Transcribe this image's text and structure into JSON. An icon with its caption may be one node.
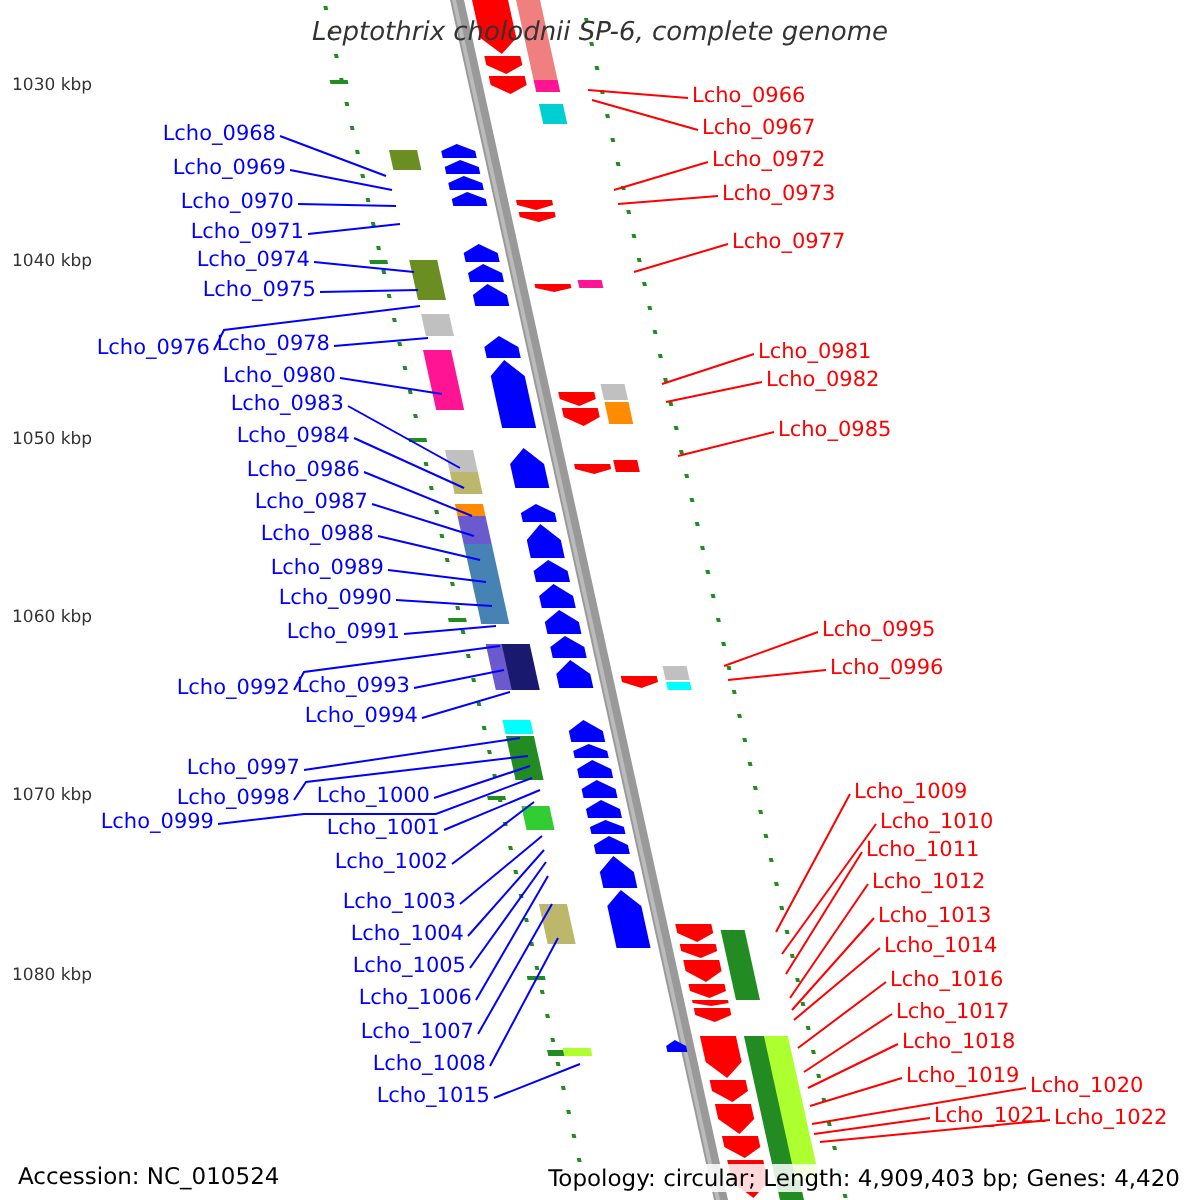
{
  "diagram": {
    "title": "Leptothrix cholodnii SP-6, complete genome",
    "nodes": [
      {
        "text": [
          "Lcho_0968"
        ]
      },
      {
        "text": [
          "Lcho_0969"
        ]
      },
      {
        "text": [
          "Lcho_0970"
        ]
      },
      {
        "text": [
          "Lcho_0971"
        ]
      },
      {
        "text": [
          "Lcho_0974"
        ]
      },
      {
        "text": [
          "Lcho_0975"
        ]
      },
      {
        "text": [
          "Lcho_0976"
        ]
      },
      {
        "text": [
          "Lcho_0978"
        ]
      },
      {
        "text": [
          "Lcho_0980"
        ]
      },
      {
        "text": [
          "Lcho_0983"
        ]
      },
      {
        "text": [
          "Lcho_0984"
        ]
      },
      {
        "text": [
          "Lcho_0986"
        ]
      },
      {
        "text": [
          "Lcho_0987"
        ]
      },
      {
        "text": [
          "Lcho_0988"
        ]
      },
      {
        "text": [
          "Lcho_0989"
        ]
      },
      {
        "text": [
          "Lcho_0990"
        ]
      },
      {
        "text": [
          "Lcho_0991"
        ]
      },
      {
        "text": [
          "Lcho_0992"
        ]
      },
      {
        "text": [
          "Lcho_0993"
        ]
      },
      {
        "text": [
          "Lcho_0994"
        ]
      },
      {
        "text": [
          "Lcho_0997"
        ]
      },
      {
        "text": [
          "Lcho_0998"
        ]
      },
      {
        "text": [
          "Lcho_1000"
        ]
      },
      {
        "text": [
          "Lcho_0999"
        ]
      },
      {
        "text": [
          "Lcho_1001"
        ]
      },
      {
        "text": [
          "Lcho_1002"
        ]
      },
      {
        "text": [
          "Lcho_1003"
        ]
      },
      {
        "text": [
          "Lcho_1004"
        ]
      },
      {
        "text": [
          "Lcho_1005"
        ]
      },
      {
        "text": [
          "Lcho_1006"
        ]
      },
      {
        "text": [
          "Lcho_1007"
        ]
      },
      {
        "text": [
          "Lcho_1008"
        ]
      },
      {
        "text": [
          "Lcho_1015"
        ]
      },
      {
        "text": [
          "Lcho_0966"
        ]
      },
      {
        "text": [
          "Lcho_0967"
        ]
      },
      {
        "text": [
          "Lcho_0972"
        ]
      },
      {
        "text": [
          "Lcho_0973"
        ]
      },
      {
        "text": [
          "Lcho_0977"
        ]
      },
      {
        "text": [
          "Lcho_0981"
        ]
      },
      {
        "text": [
          "Lcho_0982"
        ]
      },
      {
        "text": [
          "Lcho_0985"
        ]
      },
      {
        "text": [
          "Lcho_0995"
        ]
      },
      {
        "text": [
          "Lcho_0996"
        ]
      },
      {
        "text": [
          "Lcho_1009"
        ]
      },
      {
        "text": [
          "Lcho_1010"
        ]
      },
      {
        "text": [
          "Lcho_1011"
        ]
      },
      {
        "text": [
          "Lcho_1012"
        ]
      },
      {
        "text": [
          "Lcho_1013"
        ]
      },
      {
        "text": [
          "Lcho_1014"
        ]
      },
      {
        "text": [
          "Lcho_1016"
        ]
      },
      {
        "text": [
          "Lcho_1017"
        ]
      },
      {
        "text": [
          "Lcho_1018"
        ]
      },
      {
        "text": [
          "Lcho_1019"
        ]
      },
      {
        "text": [
          "Lcho_1020"
        ]
      },
      {
        "text": [
          "Lcho_1021"
        ]
      },
      {
        "text": [
          "Lcho_1022"
        ]
      }
    ],
    "edges": [
      {
        "from": 0,
        "to": null,
        "arrow": "none"
      },
      {
        "from": 1,
        "to": null,
        "arrow": "none"
      },
      {
        "from": 2,
        "to": null,
        "arrow": "none"
      },
      {
        "from": 3,
        "to": null,
        "arrow": "none"
      },
      {
        "from": 4,
        "to": null,
        "arrow": "none"
      },
      {
        "from": 5,
        "to": null,
        "arrow": "none"
      },
      {
        "from": 6,
        "to": null,
        "arrow": "none"
      },
      {
        "from": 7,
        "to": null,
        "arrow": "none"
      },
      {
        "from": 8,
        "to": null,
        "arrow": "none"
      },
      {
        "from": 9,
        "to": null,
        "arrow": "none"
      },
      {
        "from": 10,
        "to": null,
        "arrow": "none"
      },
      {
        "from": 11,
        "to": null,
        "arrow": "none"
      },
      {
        "from": 12,
        "to": null,
        "arrow": "none"
      },
      {
        "from": 13,
        "to": null,
        "arrow": "none"
      },
      {
        "from": 14,
        "to": null,
        "arrow": "none"
      },
      {
        "from": 15,
        "to": null,
        "arrow": "none"
      },
      {
        "from": 16,
        "to": null,
        "arrow": "none"
      },
      {
        "from": 17,
        "to": null,
        "arrow": "none"
      },
      {
        "from": 18,
        "to": null,
        "arrow": "none"
      },
      {
        "from": 19,
        "to": null,
        "arrow": "none"
      },
      {
        "from": 20,
        "to": null,
        "arrow": "none"
      },
      {
        "from": 21,
        "to": null,
        "arrow": "none"
      },
      {
        "from": 22,
        "to": null,
        "arrow": "none"
      },
      {
        "from": 23,
        "to": null,
        "arrow": "none"
      },
      {
        "from": 24,
        "to": null,
        "arrow": "none"
      },
      {
        "from": 25,
        "to": null,
        "arrow": "none"
      },
      {
        "from": 26,
        "to": null,
        "arrow": "none"
      },
      {
        "from": 27,
        "to": null,
        "arrow": "none"
      },
      {
        "from": 28,
        "to": null,
        "arrow": "none"
      },
      {
        "from": 29,
        "to": null,
        "arrow": "none"
      },
      {
        "from": 30,
        "to": null,
        "arrow": "none"
      },
      {
        "from": 31,
        "to": null,
        "arrow": "none"
      },
      {
        "from": 32,
        "to": null,
        "arrow": "none"
      },
      {
        "from": 33,
        "to": null,
        "arrow": "none",
        "color": "#ff0000"
      },
      {
        "from": 34,
        "to": null,
        "arrow": "none",
        "color": "#ff0000"
      },
      {
        "from": 35,
        "to": null,
        "arrow": "none",
        "color": "#ff0000"
      },
      {
        "from": 36,
        "to": null,
        "arrow": "none",
        "color": "#ff0000"
      },
      {
        "from": 37,
        "to": null,
        "arrow": "none",
        "color": "#ff0000"
      },
      {
        "from": 38,
        "to": null,
        "arrow": "none",
        "color": "#ff0000"
      },
      {
        "from": 39,
        "to": null,
        "arrow": "none",
        "color": "#ff0000"
      },
      {
        "from": 40,
        "to": null,
        "arrow": "none",
        "color": "#ff0000"
      },
      {
        "from": 41,
        "to": null,
        "arrow": "none",
        "color": "#ff0000"
      },
      {
        "from": 42,
        "to": null,
        "arrow": "none",
        "color": "#ff0000"
      },
      {
        "from": 43,
        "to": null,
        "arrow": "none",
        "color": "#ff0000"
      },
      {
        "from": 44,
        "to": null,
        "arrow": "none",
        "color": "#ff0000"
      },
      {
        "from": 45,
        "to": null,
        "arrow": "none",
        "color": "#ff0000"
      },
      {
        "from": 46,
        "to": null,
        "arrow": "none",
        "color": "#ff0000"
      },
      {
        "from": 47,
        "to": null,
        "arrow": "none",
        "color": "#ff0000"
      },
      {
        "from": 48,
        "to": null,
        "arrow": "none",
        "color": "#ff0000"
      },
      {
        "from": 49,
        "to": null,
        "arrow": "none",
        "color": "#ff0000"
      },
      {
        "from": 50,
        "to": null,
        "arrow": "none",
        "color": "#ff0000"
      },
      {
        "from": 51,
        "to": null,
        "arrow": "none",
        "color": "#ff0000"
      },
      {
        "from": 52,
        "to": null,
        "arrow": "none",
        "color": "#ff0000"
      },
      {
        "from": 53,
        "to": null,
        "arrow": "none",
        "color": "#ff0000"
      },
      {
        "from": 54,
        "to": null,
        "arrow": "none",
        "color": "#ff0000"
      },
      {
        "from": 55,
        "to": null,
        "arrow": "none",
        "color": "#ff0000"
      }
    ],
    "labels": [
      "1030 kbp",
      "1040 kbp",
      "1050 kbp",
      "1060 kbp",
      "1070 kbp",
      "1080 kbp",
      "Accession: NC_010524",
      "Topology: circular; Length: 4,909,403 bp; Genes: 4,420"
    ]
  }
}
